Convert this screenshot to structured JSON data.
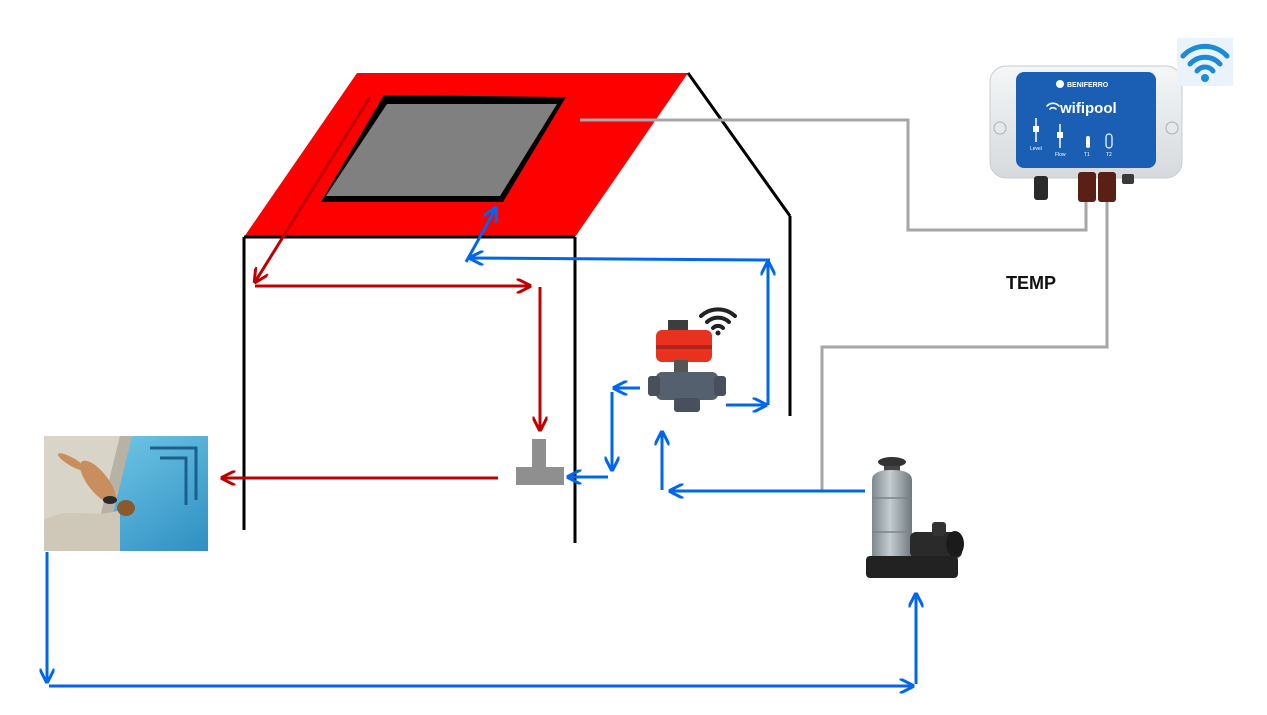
{
  "labels": {
    "temp": "TEMP"
  },
  "controller": {
    "brand": "BENIFERRO",
    "name": "wifipool",
    "sensor_labels": [
      "Level",
      "Flow",
      "T1",
      "T2"
    ]
  },
  "colors": {
    "roof": "#ff0000",
    "solar_panel": "#808080",
    "panel_frame": "#000000",
    "house_outline": "#000000",
    "hot_water_pipe": "#c00000",
    "cold_water_pipe": "#0066ee",
    "sensor_cable": "#a6a6a6",
    "controller_panel": "#1a5fb4",
    "wifi": "#1c8ad6",
    "valve_actuator": "#e8321f",
    "valve_body": "#55606e",
    "filter_tank": "#9aa6ab"
  },
  "icons": {
    "wifi_top_right": "wifi-icon",
    "wifi_valve": "wifi-icon",
    "pool": "pool-swimmer-photo",
    "valve": "motorized-three-way-valve",
    "filter": "sand-filter-pump",
    "tee": "pipe-tee-fitting",
    "controller": "wifipool-controller"
  }
}
